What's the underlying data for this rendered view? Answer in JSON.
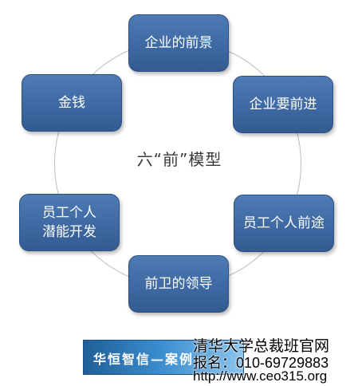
{
  "diagram": {
    "title": "六“前”模型",
    "nodes": [
      {
        "id": "top",
        "lines": [
          "企业的前景"
        ]
      },
      {
        "id": "top-right",
        "lines": [
          "企业要前进"
        ]
      },
      {
        "id": "bottom-right",
        "lines": [
          "员工个人前途"
        ]
      },
      {
        "id": "bottom",
        "lines": [
          "前卫的领导"
        ]
      },
      {
        "id": "bottom-left",
        "lines": [
          "员工个人",
          "潜能开发"
        ]
      },
      {
        "id": "top-left",
        "lines": [
          "金钱"
        ]
      }
    ]
  },
  "banner": {
    "text": "华恒智信—案例"
  },
  "watermark": {
    "line1": "清华大学总裁班官网",
    "line2": "报名：010-69729883",
    "line3": "http://www.ceo315.org"
  },
  "colors": {
    "node_fill": "#3e69a2",
    "ring": "#b8bcc4",
    "banner": "#2f7fc0"
  }
}
